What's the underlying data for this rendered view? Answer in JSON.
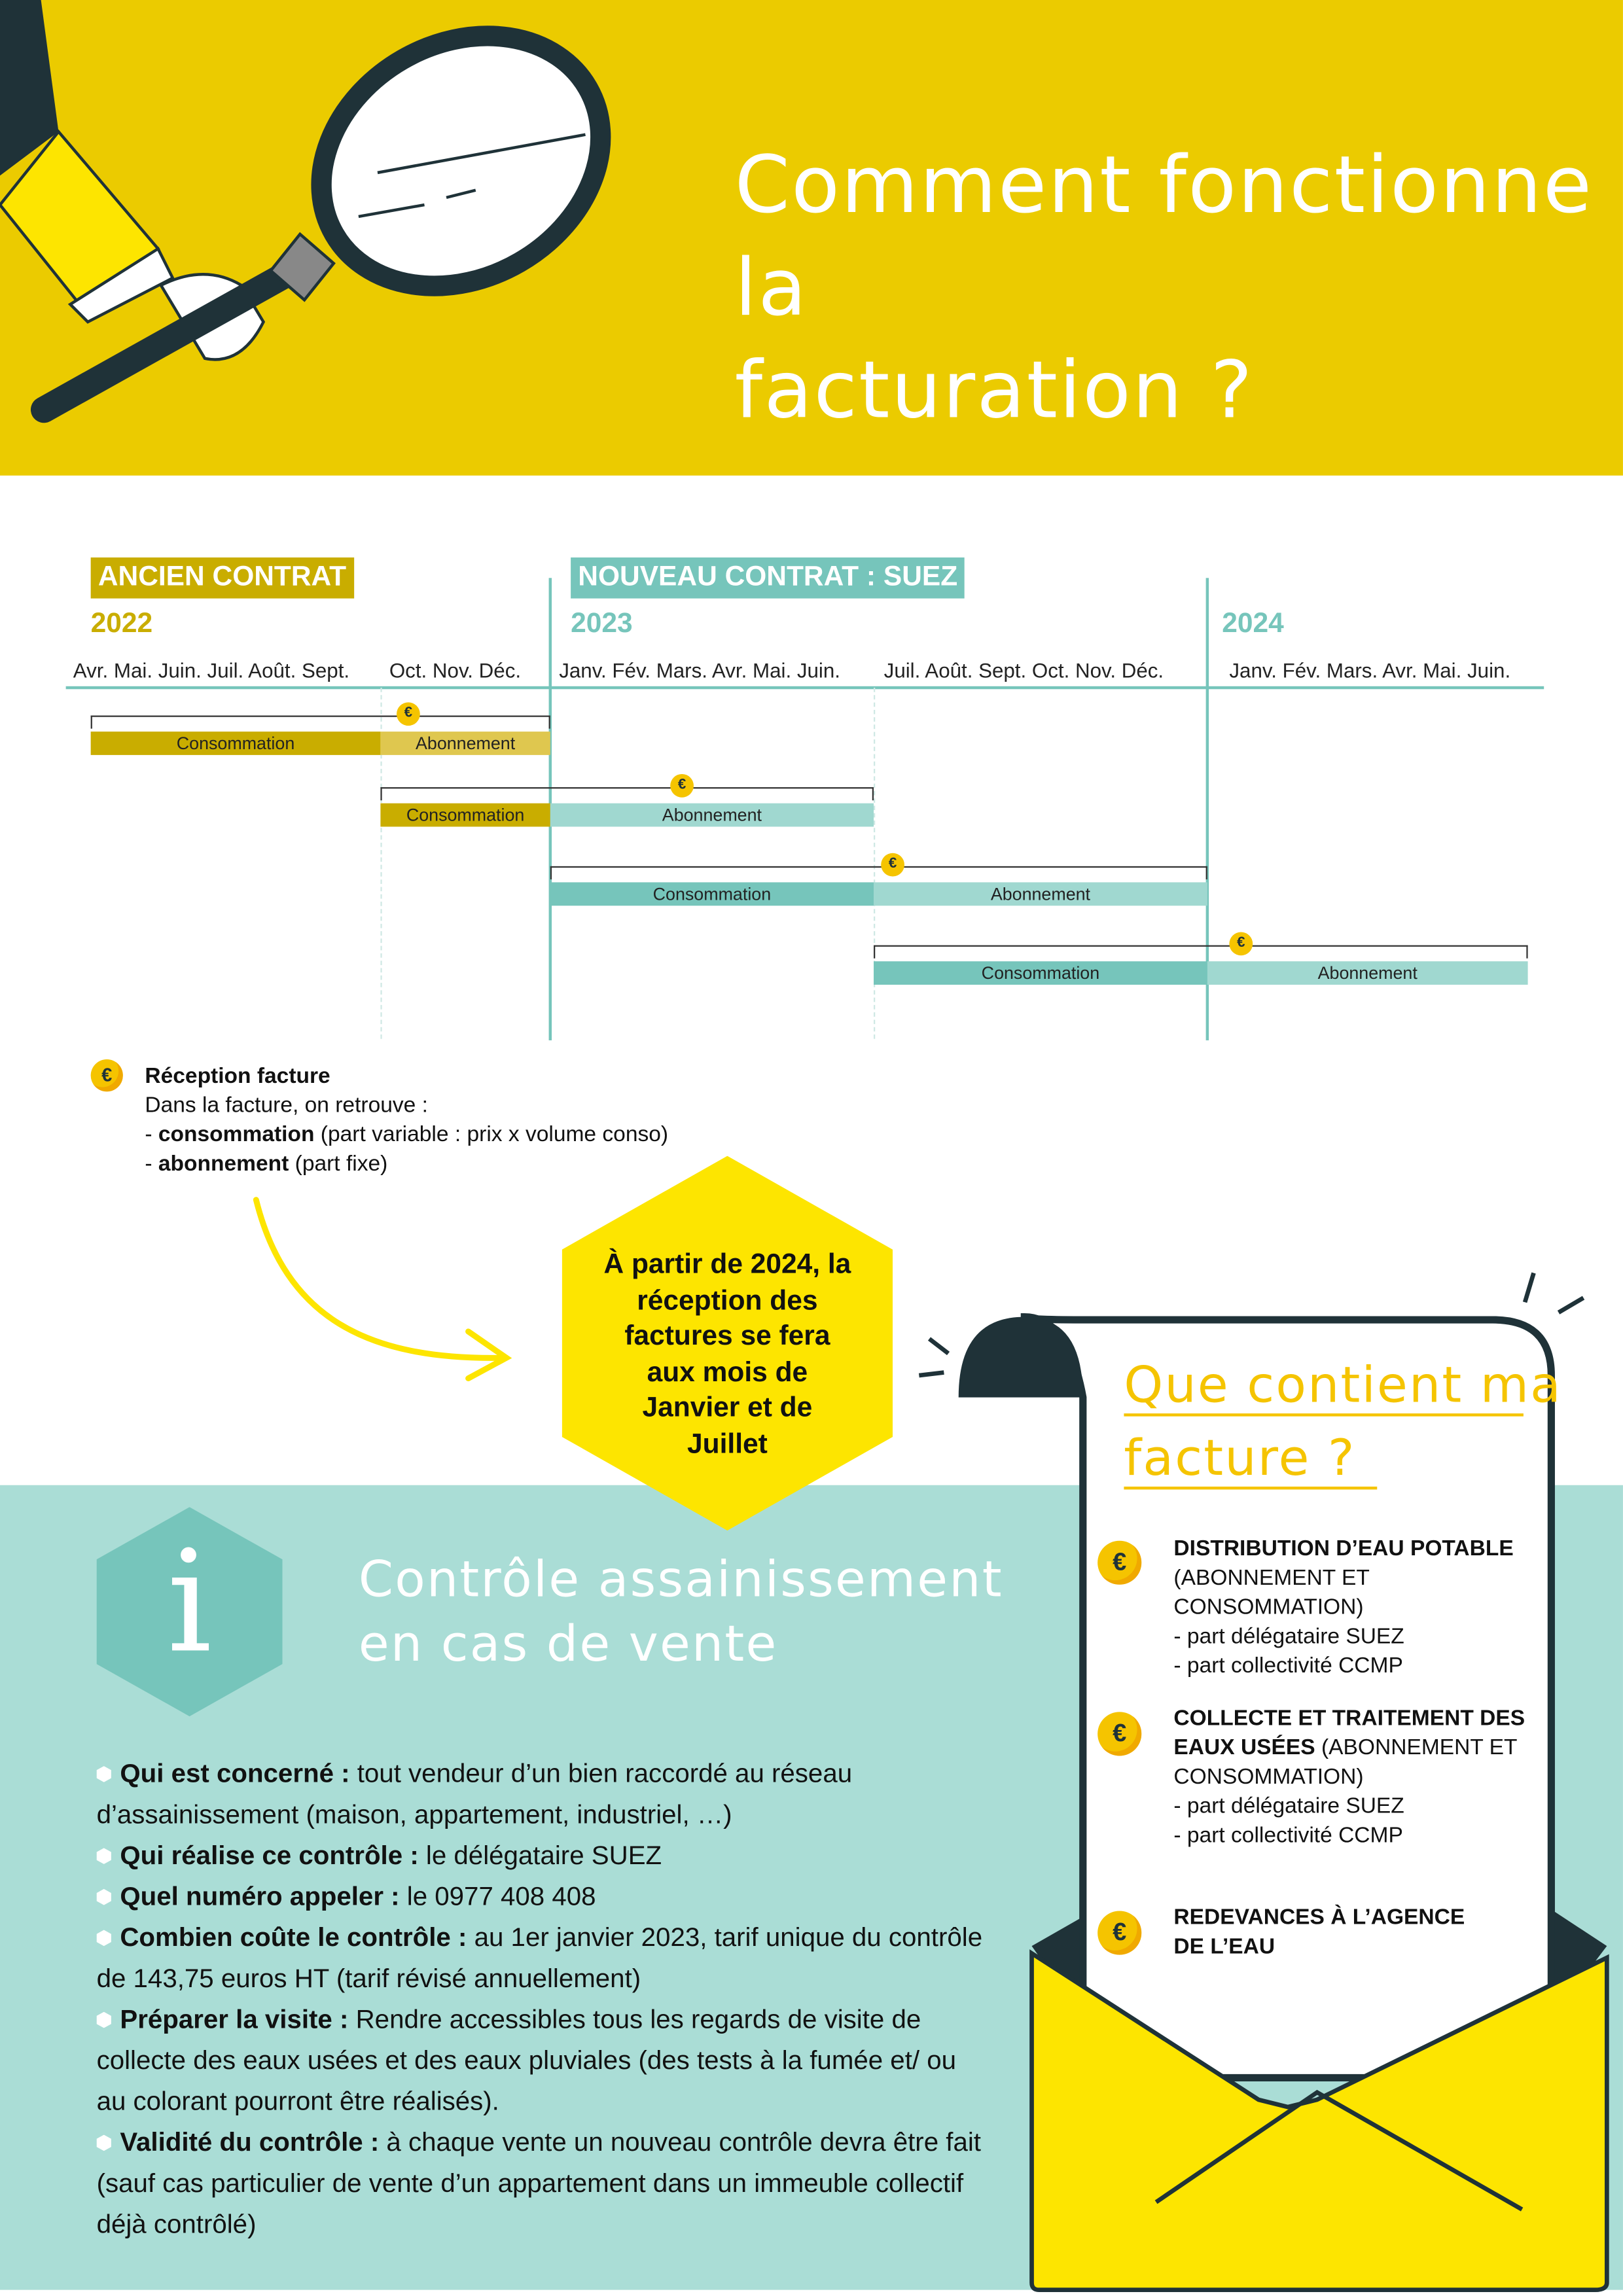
{
  "header": {
    "title_line1": "Comment fonctionne la",
    "title_line2": "facturation ?"
  },
  "timeline": {
    "old_contract": "ANCIEN CONTRAT",
    "new_contract": "NOUVEAU CONTRAT : SUEZ",
    "years": [
      "2022",
      "2023",
      "2024"
    ],
    "month_groups": [
      "Avr. Mai. Juin. Juil. Août. Sept.",
      "Oct. Nov. Déc.",
      "Janv. Fév. Mars. Avr. Mai. Juin.",
      "Juil. Août. Sept. Oct. Nov. Déc.",
      "Janv. Fév. Mars. Avr. Mai. Juin."
    ],
    "consumption_label": "Consommation",
    "subscription_label": "Abonnement",
    "coin_symbol": "€"
  },
  "legend": {
    "title": "Réception facture",
    "intro": "Dans la facture, on retrouve :",
    "line1_prefix": "- ",
    "line1_bold": "consommation",
    "line1_rest": " (part variable : prix x volume conso)",
    "line2_prefix": "- ",
    "line2_bold": "abonnement",
    "line2_rest": " (part fixe)"
  },
  "hexagon_note": "À partir de 2024, la réception des factures se fera aux mois de Janvier et de Juillet",
  "control": {
    "icon_letter": "i",
    "title_line1": "Contrôle assainissement",
    "title_line2": "en cas de vente",
    "bullets": [
      {
        "label": "Qui est concerné :",
        "text": " tout vendeur d’un bien raccordé au réseau d’assainissement (maison, appartement, industriel, …)"
      },
      {
        "label": "Qui réalise ce contrôle :",
        "text": " le délégataire SUEZ"
      },
      {
        "label": "Quel numéro appeler :",
        "text": " le 0977 408 408"
      },
      {
        "label": "Combien coûte le contrôle :",
        "text": " au 1er janvier 2023, tarif unique du contrôle de 143,75 euros HT (tarif révisé annuellement)"
      },
      {
        "label": "Préparer la visite :",
        "text": " Rendre accessibles tous les regards de visite de collecte des eaux usées et des eaux pluviales (des tests à la fumée et/ ou au colorant pourront être réalisés)."
      },
      {
        "label": "Validité du contrôle :",
        "text": " à chaque vente un nouveau contrôle devra être fait (sauf cas particulier de vente d’un appartement dans un immeuble collectif déjà contrôlé)"
      }
    ]
  },
  "invoice": {
    "title_line1": "Que contient ma",
    "title_line2": "facture ?",
    "items": [
      {
        "bold": "DISTRIBUTION D’EAU POTABLE",
        "rest": " (ABONNEMENT ET CONSOMMATION)",
        "sub1": "- part délégataire SUEZ",
        "sub2": "- part collectivité CCMP"
      },
      {
        "bold": "COLLECTE ET TRAITEMENT DES EAUX USÉES",
        "rest": " (ABONNEMENT ET CONSOMMATION)",
        "sub1": "- part délégataire SUEZ",
        "sub2": "- part collectivité CCMP"
      },
      {
        "bold": "REDEVANCES À L’AGENCE DE L’EAU",
        "rest": ""
      }
    ]
  },
  "colors": {
    "yellow_header": "#ebcb00",
    "gold": "#c9ad00",
    "teal": "#76c5bb",
    "teal_light": "#a0d8d0",
    "teal_bg": "#aaddd6",
    "yellow": "#fde500",
    "dark": "#1f3238"
  }
}
